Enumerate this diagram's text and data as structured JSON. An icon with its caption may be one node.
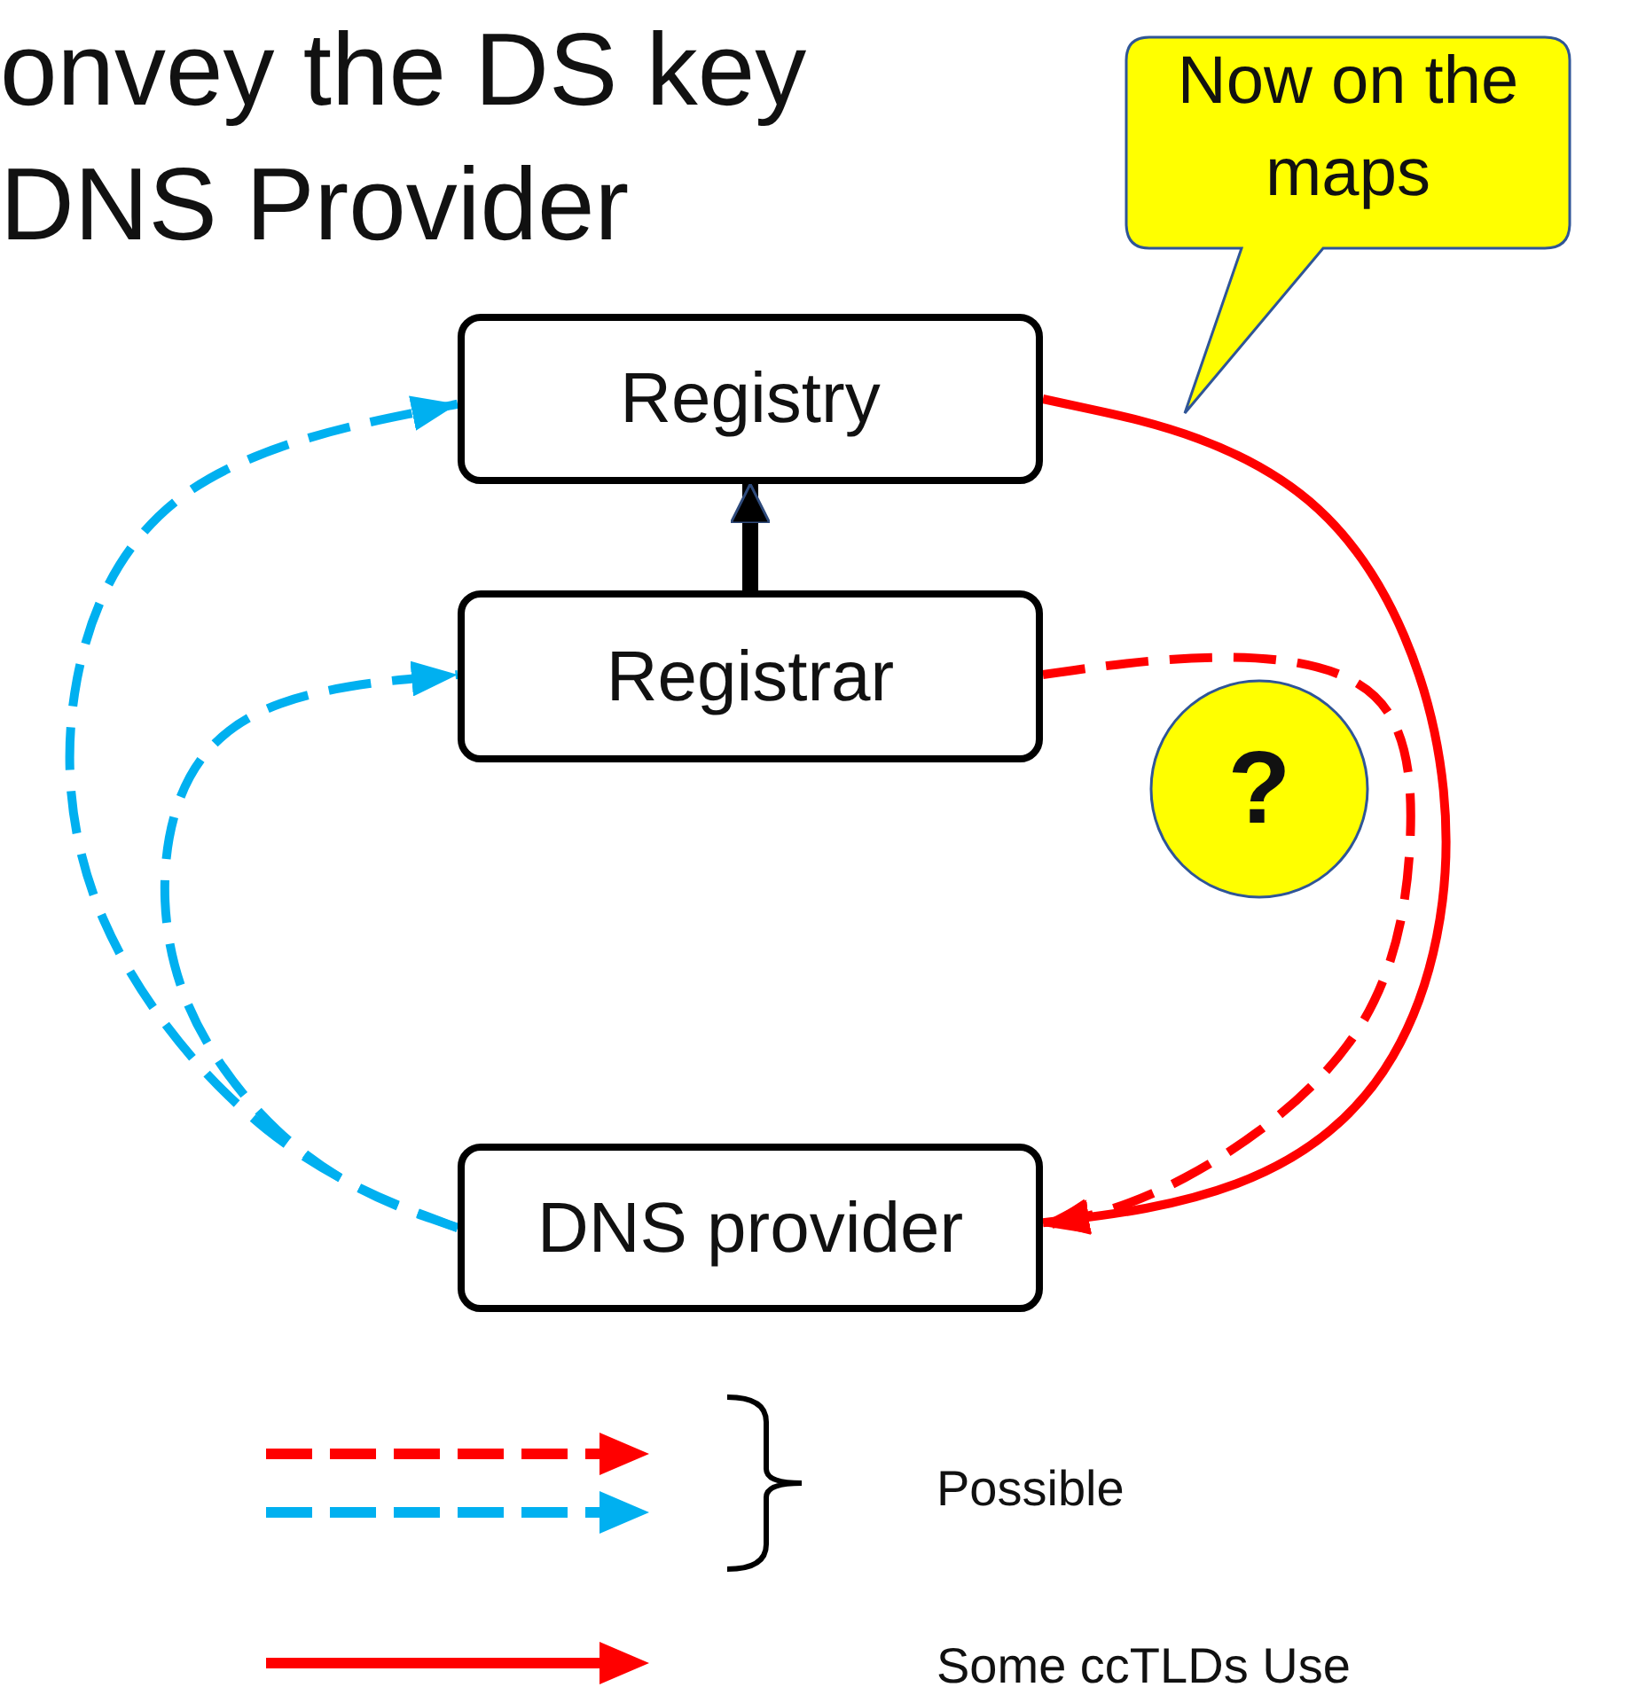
{
  "diagram": {
    "title": "onvey the DS key DNS Provider",
    "nodes": [
      {
        "text": [
          "Registry"
        ]
      },
      {
        "text": [
          "Registrar"
        ]
      },
      {
        "text": [
          "DNS provider"
        ]
      },
      {
        "text": [
          "Now on the maps"
        ]
      },
      {
        "text": [
          "?"
        ]
      }
    ],
    "edges": [
      {
        "from": 1,
        "to": 0,
        "arrow": "to",
        "style": "thick",
        "color": "#000000"
      },
      {
        "from": 0,
        "to": 2,
        "arrow": "to",
        "color": "#ff0000"
      },
      {
        "from": 1,
        "to": 2,
        "arrow": "to",
        "style": "dashed",
        "color": "#ff0000"
      },
      {
        "from": 2,
        "to": 0,
        "arrow": "to",
        "style": "dashed",
        "color": "#00b0f0"
      },
      {
        "from": 2,
        "to": 1,
        "arrow": "to",
        "style": "dashed",
        "color": "#00b0f0"
      }
    ],
    "legend": [
      {
        "text": "Possible"
      },
      {
        "text": "Some ccTLDs Use"
      }
    ]
  }
}
